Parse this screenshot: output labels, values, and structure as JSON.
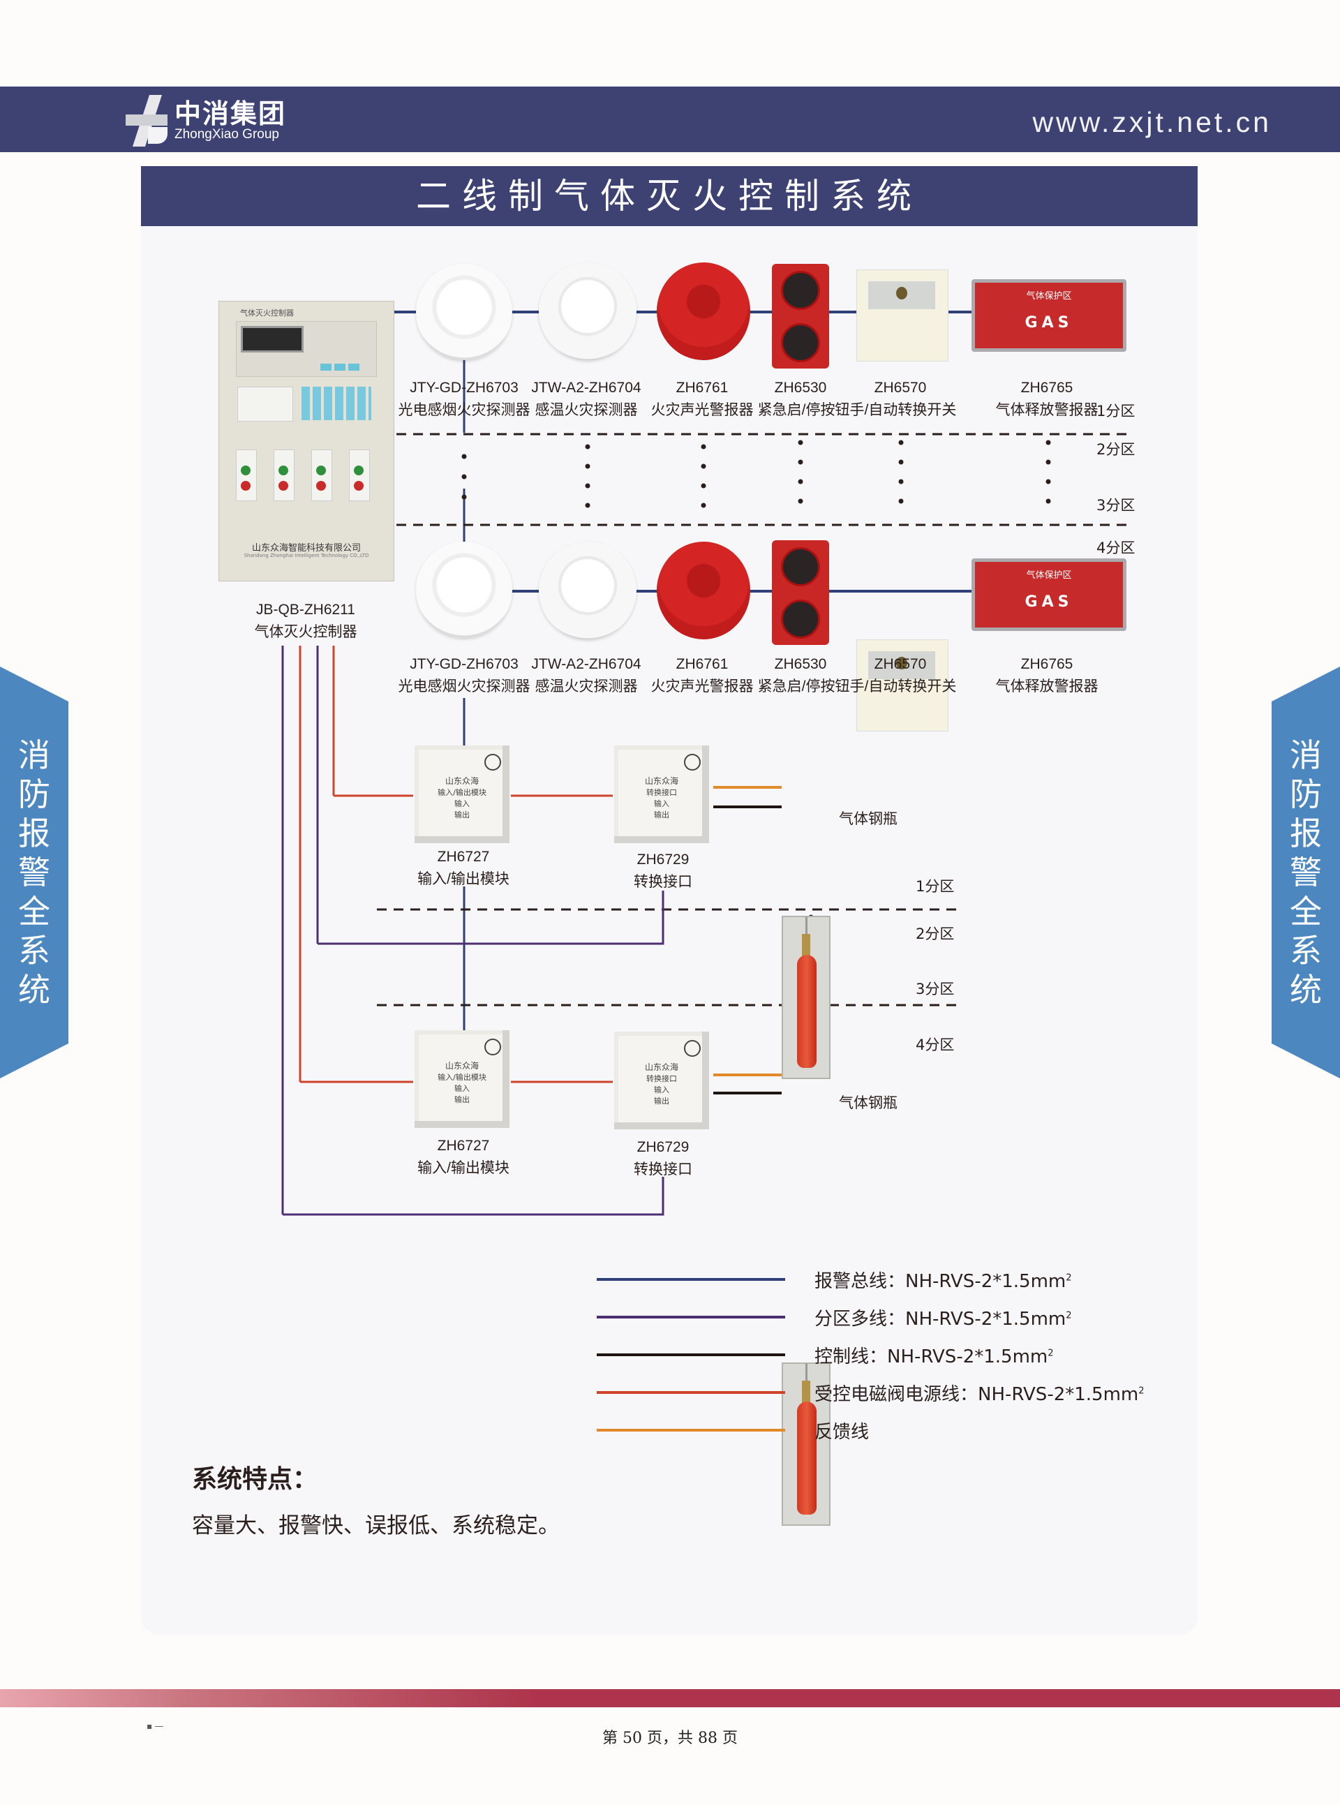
{
  "header": {
    "logo_cn": "中消集团",
    "logo_en": "ZhongXiao Group",
    "website": "www.zxjt.net.cn"
  },
  "title": "二线制气体灭火控制系统",
  "side_tab": {
    "left": [
      "消",
      "防",
      "报",
      "警",
      "全",
      "系",
      "统"
    ],
    "right": [
      "消",
      "防",
      "报",
      "警",
      "全",
      "系",
      "统"
    ]
  },
  "controller": {
    "panel_title": "气体灭火控制器",
    "maker": "山东众海智能科技有限公司",
    "maker_en": "Shandong Zhonghai Intelligent Technology CO.,LTD",
    "model": "JB-QB-ZH6211",
    "name": "气体灭火控制器"
  },
  "devices_row1": [
    {
      "model": "JTY-GD-ZH6703",
      "name": "光电感烟火灾探测器",
      "icon": "smoke-detector-icon"
    },
    {
      "model": "JTW-A2-ZH6704",
      "name": "感温火灾探测器",
      "icon": "heat-detector-icon"
    },
    {
      "model": "ZH6761",
      "name": "火灾声光警报器",
      "icon": "sounder-strobe-icon"
    },
    {
      "model": "ZH6530",
      "name": "紧急启/停按钮",
      "icon": "emergency-button-icon"
    },
    {
      "model": "ZH6570",
      "name": "手/自动转换开关",
      "icon": "mode-switch-icon"
    },
    {
      "model": "ZH6765",
      "name": "气体释放警报器",
      "icon": "gas-release-sign-icon"
    }
  ],
  "devices_row2": [
    {
      "model": "JTY-GD-ZH6703",
      "name": "光电感烟火灾探测器"
    },
    {
      "model": "JTW-A2-ZH6704",
      "name": "感温火灾探测器"
    },
    {
      "model": "ZH6761",
      "name": "火灾声光警报器"
    },
    {
      "model": "ZH6530",
      "name": "紧急启/停按钮"
    },
    {
      "model": "ZH6570",
      "name": "手/自动转换开关"
    },
    {
      "model": "ZH6765",
      "name": "气体释放警报器"
    }
  ],
  "row_label_combined": "紧急启/停按钮手/自动转换开关",
  "gas_sign": {
    "top": "气体保护区",
    "bottom": "GAS"
  },
  "zones": {
    "z1": "1分区",
    "z2": "2分区",
    "z3": "3分区",
    "z4": "4分区"
  },
  "modules": {
    "io_module": {
      "model": "ZH6727",
      "name": "输入/输出模块",
      "brand": "山东众海",
      "face": "输入/输出模块",
      "in": "输入",
      "out": "输出"
    },
    "interface": {
      "model": "ZH6729",
      "name": "转换接口",
      "brand": "山东众海",
      "face": "转换接口",
      "in": "输入",
      "out": "输出"
    },
    "cylinder": "气体钢瓶"
  },
  "legend": [
    {
      "label": "报警总线：NH-RVS-2*1.5mm",
      "sup": "2",
      "color": "#2f3f78"
    },
    {
      "label": "分区多线：NH-RVS-2*1.5mm",
      "sup": "2",
      "color": "#4b2f72"
    },
    {
      "label": "控制线：NH-RVS-2*1.5mm",
      "sup": "2",
      "color": "#1e1412"
    },
    {
      "label": "受控电磁阀电源线：NH-RVS-2*1.5mm",
      "sup": "2",
      "color": "#d0432b"
    },
    {
      "label": "反馈线",
      "sup": "",
      "color": "#e08a2c"
    }
  ],
  "features": {
    "title": "系统特点：",
    "body": "容量大、报警快、误报低、系统稳定。"
  },
  "footer": {
    "page": "第 50 页，共 88 页"
  }
}
